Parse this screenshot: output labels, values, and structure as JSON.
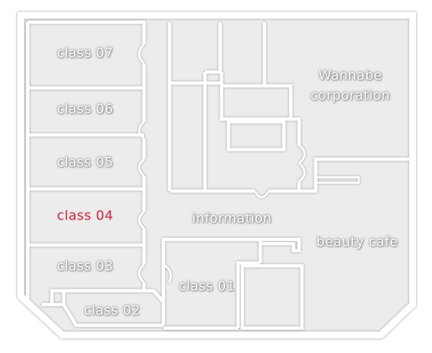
{
  "floor_map": {
    "rooms": [
      {
        "key": "class07",
        "label": "class 07",
        "active": false
      },
      {
        "key": "class06",
        "label": "class 06",
        "active": false
      },
      {
        "key": "class05",
        "label": "class 05",
        "active": false
      },
      {
        "key": "class04",
        "label": "class 04",
        "active": true
      },
      {
        "key": "class03",
        "label": "class 03",
        "active": false
      },
      {
        "key": "class02",
        "label": "class 02",
        "active": false
      },
      {
        "key": "class01",
        "label": "class 01",
        "active": false
      },
      {
        "key": "wannabe",
        "label": "Wannabe\ncorporation",
        "active": false
      },
      {
        "key": "information",
        "label": "information",
        "active": false
      },
      {
        "key": "beautycafe",
        "label": "beauty cafe",
        "active": false
      }
    ],
    "colors": {
      "wall": "#ffffff",
      "wall_shadow": "#a8a8a8",
      "floor": "#ececec",
      "active_text": "#c8304a",
      "label_text": "#ffffff"
    }
  }
}
